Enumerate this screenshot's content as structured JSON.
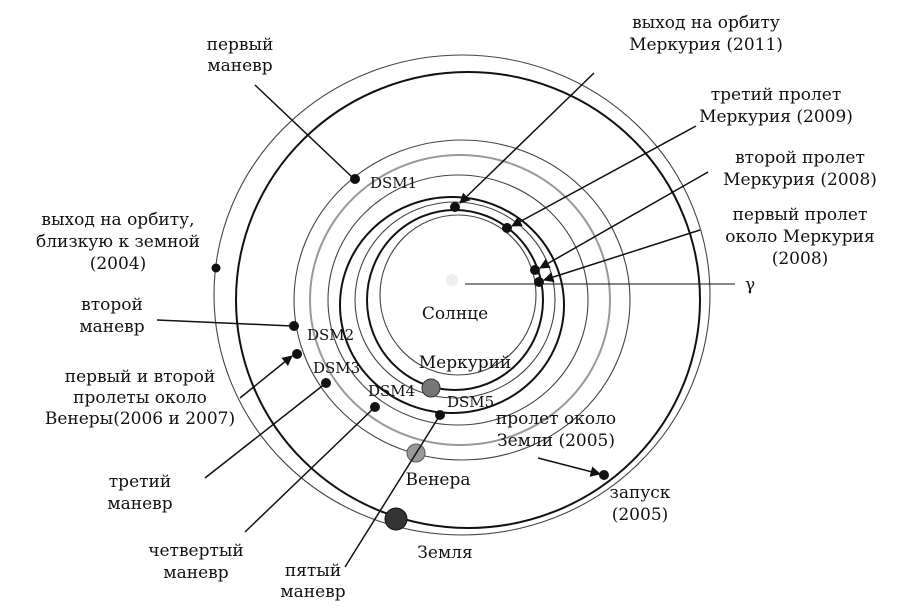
{
  "title": "MESSENGER trajectory",
  "labels": {
    "first_maneuver": [
      "первый",
      "маневр"
    ],
    "mercury_orbit": [
      "выход на орбиту",
      "Меркурия (2011)"
    ],
    "third_flyby": [
      "третий пролет",
      "Меркурия (2009)"
    ],
    "second_flyby": [
      "второй пролет",
      "Меркурия (2008)"
    ],
    "first_flyby": [
      "первый пролет",
      "около Меркурия",
      "(2008)"
    ],
    "gamma": "γ",
    "earth_like_orbit": [
      "выход на орбиту,",
      "близкую к земной",
      "(2004)"
    ],
    "second_maneuver": [
      "второй",
      "маневр"
    ],
    "venus_flybys": [
      "первый и второй",
      "пролеты около",
      "Венеры(2006 и 2007)"
    ],
    "third_maneuver": [
      "третий",
      "маневр"
    ],
    "fourth_maneuver": [
      "четвертый",
      "маневр"
    ],
    "fifth_maneuver": [
      "пятый",
      "маневр"
    ],
    "earth_flyby": [
      "пролет около",
      "Земли (2005)"
    ],
    "launch": [
      "запуск",
      "(2005)"
    ],
    "sun": "Солнце",
    "mercury": "Меркурий",
    "venus": "Венера",
    "earth": "Земля",
    "dsm1": "DSM1",
    "dsm2": "DSM2",
    "dsm3": "DSM3",
    "dsm4": "DSM4",
    "dsm5": "DSM5"
  }
}
